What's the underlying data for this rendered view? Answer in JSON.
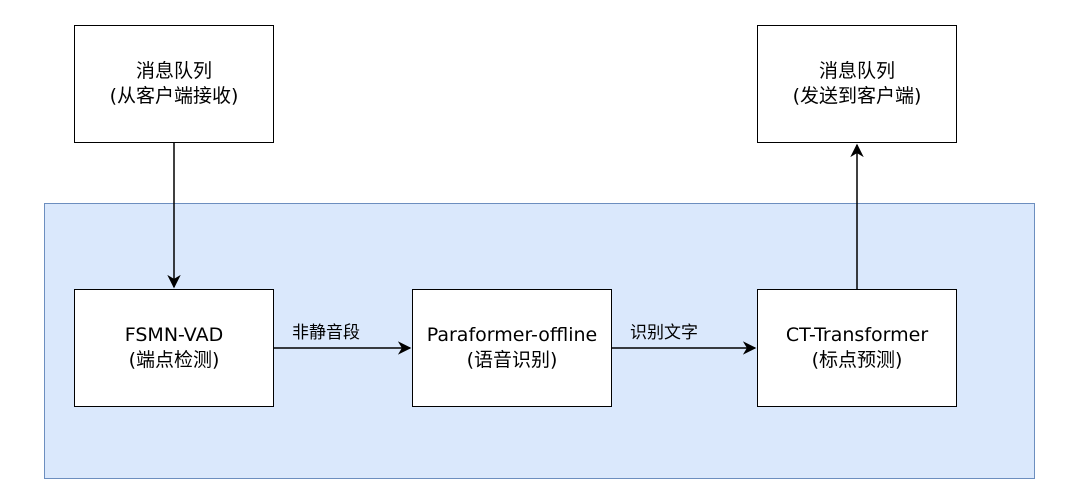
{
  "nodes": {
    "mq_in": {
      "title": "消息队列",
      "subtitle": "(从客户端接收)"
    },
    "mq_out": {
      "title": "消息队列",
      "subtitle": "(发送到客户端)"
    },
    "vad": {
      "title": "FSMN-VAD",
      "subtitle": "(端点检测)"
    },
    "para": {
      "title": "Paraformer-offline",
      "subtitle": "(语音识别)"
    },
    "ct": {
      "title": "CT-Transformer",
      "subtitle": "(标点预测)"
    }
  },
  "edges": {
    "vad_to_para": "非静音段",
    "para_to_ct": "识别文字"
  },
  "colors": {
    "panel_fill": "#dae8fc",
    "panel_border": "#6c8ebf",
    "line": "#000000"
  }
}
